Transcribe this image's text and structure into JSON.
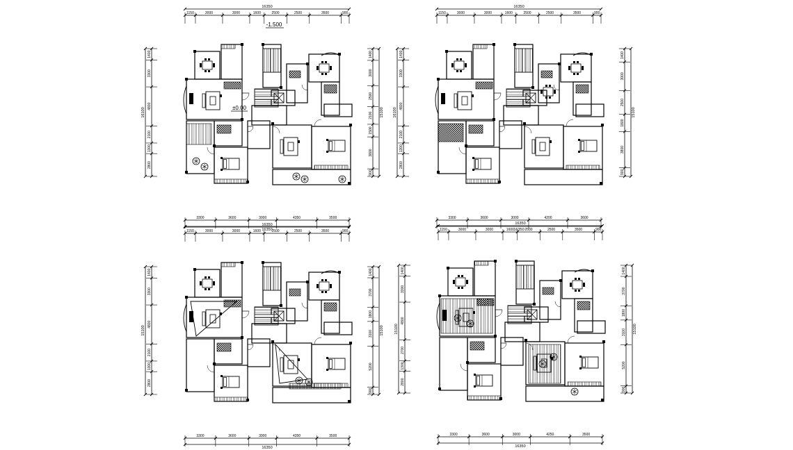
{
  "levels": {
    "basement": "-1.500",
    "ground": "±0.00"
  },
  "plans": [
    {
      "id": "plan-a",
      "top_total": "16350",
      "top_dims": [
        "1150",
        "3000",
        "3000",
        "1600",
        "2500",
        "2500",
        "3500",
        "900"
      ],
      "bottom_dims": [
        "3300",
        "3600",
        "3000",
        "4350",
        "3500"
      ],
      "bottom_total": "16350",
      "left_dims": [
        "1400",
        "3300",
        "4800",
        "2100",
        "1300",
        "2800"
      ],
      "left_total": "16100",
      "right_dims": [
        "1400",
        "3000",
        "2500",
        "2100",
        "1500",
        "3800",
        "900"
      ],
      "right_total": "15100"
    },
    {
      "id": "plan-b",
      "top_total": "16350",
      "top_dims": [
        "1150",
        "3000",
        "3000",
        "1600",
        "2500",
        "2500",
        "3500",
        "900"
      ],
      "bottom_dims": [
        "3300",
        "3600",
        "3000",
        "4200",
        "3600"
      ],
      "bottom_total": "16350",
      "left_dims": [
        "1400",
        "3300",
        "4800",
        "2100",
        "1300",
        "2800"
      ],
      "left_total": "16100",
      "right_dims": [
        "1400",
        "3000",
        "2500",
        "1800",
        "3800",
        "900"
      ],
      "right_total": "15100"
    },
    {
      "id": "plan-c",
      "top_total": "16350",
      "top_dims": [
        "1150",
        "3000",
        "3000",
        "1600",
        "2500",
        "2500",
        "3500",
        "900"
      ],
      "bottom_dims": [
        "3300",
        "3600",
        "3000",
        "4350",
        "3500"
      ],
      "bottom_total": "16350",
      "left_dims": [
        "1400",
        "3300",
        "4800",
        "2100",
        "1300",
        "2800"
      ],
      "left_total": "15100",
      "right_dims": [
        "1400",
        "3700",
        "1800",
        "3100",
        "5200",
        "900"
      ],
      "right_total": "15100"
    },
    {
      "id": "plan-d",
      "top_total": "16350",
      "top_dims": [
        "1150",
        "3000",
        "3000",
        "1600",
        "2500",
        "2500",
        "3500",
        "900"
      ],
      "bottom_dims": [
        "3300",
        "3600",
        "3000",
        "4250",
        "3500"
      ],
      "bottom_total": "16350",
      "left_dims": [
        "1400",
        "3300",
        "4800",
        "2700",
        "1300",
        "2800"
      ],
      "left_total": "15100",
      "right_dims": [
        "1400",
        "3700",
        "1800",
        "3100",
        "5200",
        "900"
      ],
      "right_total": "15100"
    }
  ]
}
